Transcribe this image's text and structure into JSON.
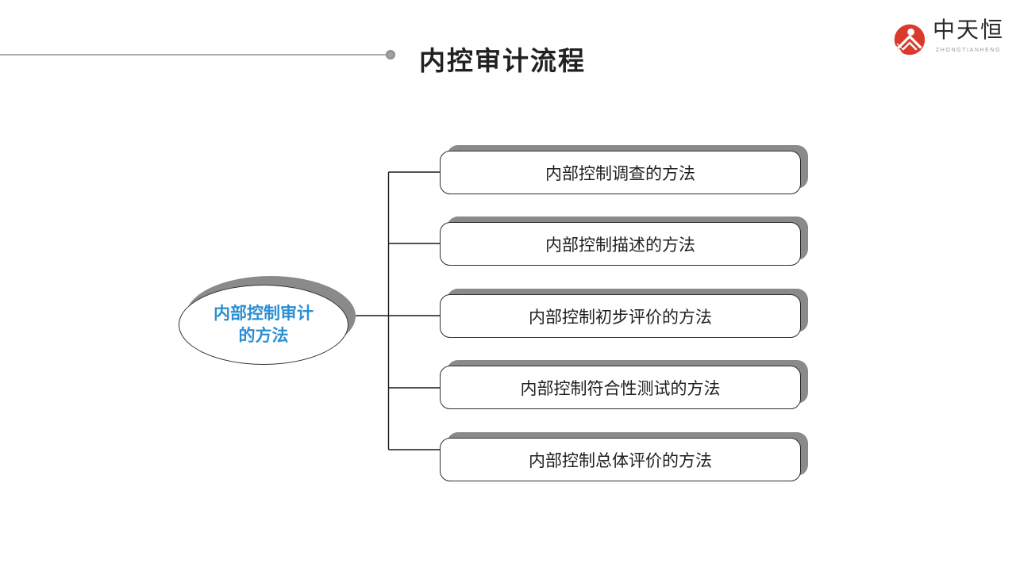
{
  "slide": {
    "title": "内控审计流程"
  },
  "logo": {
    "name": "中天恒",
    "tagline": "ZHONGTIANHENG"
  },
  "diagram": {
    "root": {
      "label": "内部控制审计\n的方法"
    },
    "branches": [
      {
        "label": "内部控制调查的方法"
      },
      {
        "label": "内部控制描述的方法"
      },
      {
        "label": "内部控制初步评价的方法"
      },
      {
        "label": "内部控制符合性测试的方法"
      },
      {
        "label": "内部控制总体评价的方法"
      }
    ]
  },
  "colors": {
    "accent_blue": "#2B8FD3",
    "shadow_gray": "#8A8A8A",
    "logo_red": "#D93A2B",
    "line_dark": "#1A1A1A"
  }
}
